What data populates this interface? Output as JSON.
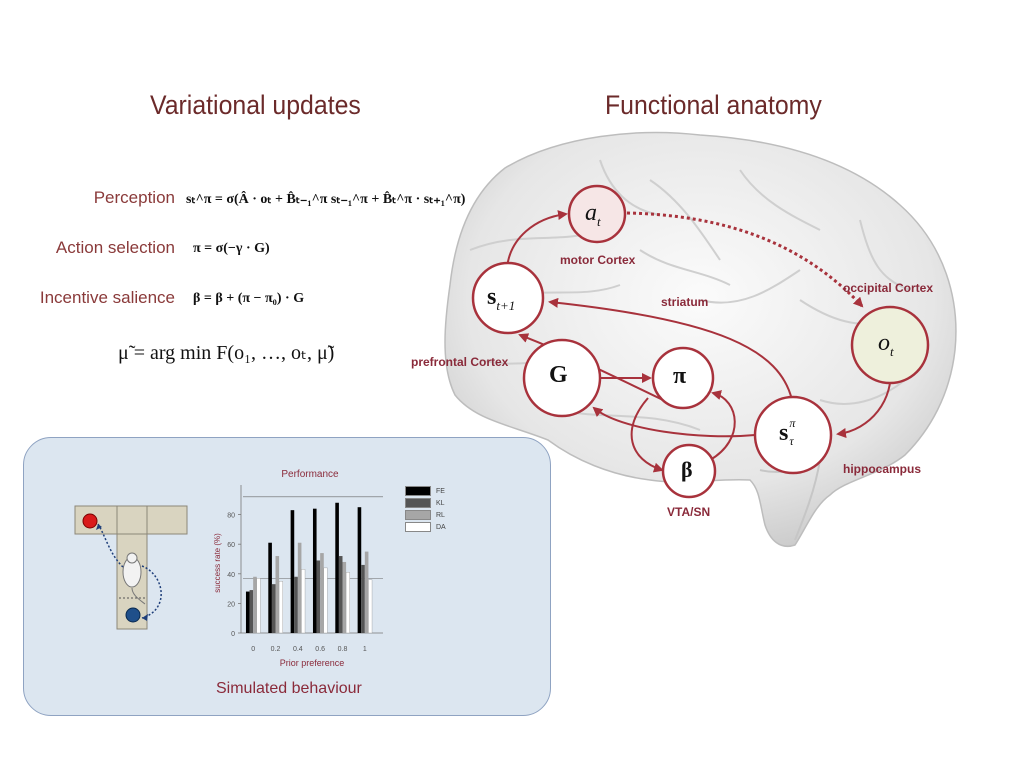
{
  "titles": {
    "left": "Variational updates",
    "right": "Functional anatomy"
  },
  "equations": {
    "perception_label": "Perception",
    "perception": "sₜ^π = σ(Â · oₜ + B̂ₜ₋₁^π sₜ₋₁^π + B̂ₜ^π · sₜ₊₁^π)",
    "action_label": "Action selection",
    "action": "π = σ(−γ · G)",
    "incentive_label": "Incentive salience",
    "incentive": "β = β + (π − π₀) · G",
    "free_energy": "μ̃ = arg min F(o₁, …, oₜ, μ̃)"
  },
  "regions": {
    "motor": "motor Cortex",
    "occipital": "occipital Cortex",
    "striatum": "striatum",
    "prefrontal": "prefrontal Cortex",
    "hippocampus": "hippocampus",
    "vta": "VTA/SN"
  },
  "nodes": {
    "a": "a",
    "a_sub": "t",
    "s_next": "s",
    "s_next_sub": "t+1",
    "o": "o",
    "o_sub": "t",
    "G": "G",
    "pi": "π",
    "s_tau": "s",
    "s_tau_sup": "π",
    "s_tau_sub": "τ",
    "beta": "β"
  },
  "panel": {
    "caption": "Simulated behaviour"
  },
  "colors": {
    "title": "#6b2a2a",
    "arrow": "#a8323c",
    "node_border": "#a8323c",
    "node_fill": "#ffffff",
    "o_fill": "#eef0dc",
    "a_fill": "#f6e6e6",
    "panel_bg": "#dce6f0"
  },
  "chart_data": {
    "type": "bar",
    "title": "Performance",
    "xlabel": "Prior preference",
    "ylabel": "success rate (%)",
    "categories": [
      "0",
      "0.2",
      "0.4",
      "0.6",
      "0.8",
      "1"
    ],
    "ylim": [
      0,
      100
    ],
    "yticks": [
      0,
      20,
      40,
      60,
      80
    ],
    "reference_lines": [
      37,
      92
    ],
    "series": [
      {
        "name": "FE",
        "color": "#000000",
        "values": [
          28,
          61,
          83,
          84,
          88,
          85
        ]
      },
      {
        "name": "KL",
        "color": "#555555",
        "values": [
          29,
          33,
          38,
          49,
          52,
          46
        ]
      },
      {
        "name": "RL",
        "color": "#a6a6a6",
        "values": [
          38,
          52,
          61,
          54,
          48,
          55
        ]
      },
      {
        "name": "DA",
        "color": "#ffffff",
        "values": [
          37,
          35,
          43,
          44,
          41,
          36
        ]
      }
    ],
    "legend": "right"
  }
}
